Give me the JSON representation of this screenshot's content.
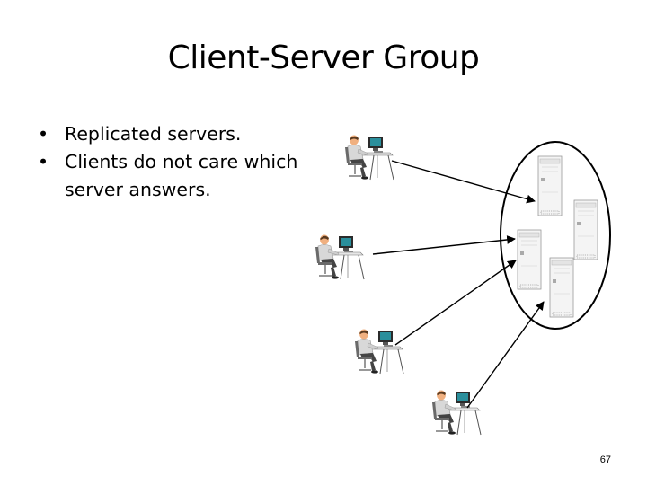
{
  "slide": {
    "title": "Client-Server Group",
    "bullets": [
      "Replicated servers.",
      "Clients do not care which server answers."
    ],
    "page_number": "67"
  },
  "diagram": {
    "clients": [
      {
        "id": "client-1",
        "icon": "person-at-computer-icon"
      },
      {
        "id": "client-2",
        "icon": "person-at-computer-icon"
      },
      {
        "id": "client-3",
        "icon": "person-at-computer-icon"
      },
      {
        "id": "client-4",
        "icon": "person-at-computer-icon"
      }
    ],
    "server_group": {
      "shape": "ellipse",
      "servers": [
        {
          "id": "server-1",
          "icon": "tower-server-icon"
        },
        {
          "id": "server-2",
          "icon": "tower-server-icon"
        },
        {
          "id": "server-3",
          "icon": "tower-server-icon"
        },
        {
          "id": "server-4",
          "icon": "tower-server-icon"
        }
      ]
    },
    "connections": [
      {
        "from": "client-1",
        "to": "server-group",
        "arrow": "end"
      },
      {
        "from": "client-2",
        "to": "server-group",
        "arrow": "end"
      },
      {
        "from": "client-3",
        "to": "server-group",
        "arrow": "end"
      },
      {
        "from": "client-4",
        "to": "server-group",
        "arrow": "end"
      }
    ],
    "colors": {
      "line": "#000000",
      "screen": "#2a8f9c",
      "shirt": "#d8d8d8",
      "pants": "#444444",
      "server_body": "#f4f4f4",
      "server_edge": "#9a9a9a"
    }
  }
}
